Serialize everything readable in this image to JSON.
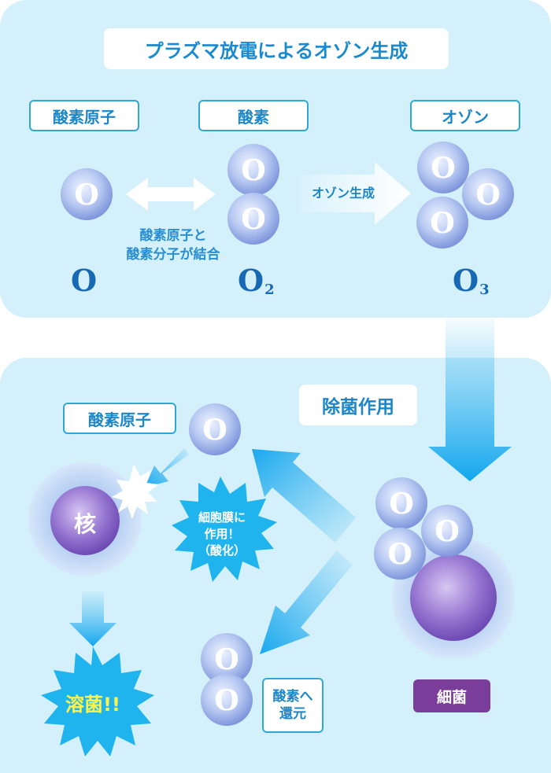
{
  "title": "プラズマ放電によるオゾン生成",
  "top": {
    "labels": {
      "oxygen_atom": "酸素原子",
      "oxygen": "酸素",
      "ozone": "オゾン"
    },
    "bond_text": [
      "酸素原子と",
      "酸素分子が結合"
    ],
    "arrow_text": "オゾン生成",
    "formulas": {
      "o": "O",
      "o2_base": "O",
      "o2_sub": "2",
      "o3_base": "O",
      "o3_sub": "3"
    }
  },
  "bottom": {
    "heading": "除菌作用",
    "oxygen_atom_label": "酸素原子",
    "nucleus_label": "核",
    "membrane_text": [
      "細胞膜に",
      "作用！",
      "（酸化）"
    ],
    "lysis_text": "溶菌!!",
    "reduce_text": [
      "酸素へ",
      "還元"
    ],
    "bacteria_label": "細菌"
  },
  "atom_letter": "O",
  "colors": {
    "panel": "#d3f0fb",
    "label_text": "#1c86c7",
    "atom": "#a9bff0",
    "nucleus": "#8a63c4",
    "burst": "#1fb4ee",
    "badge": "#7a3d9a"
  }
}
